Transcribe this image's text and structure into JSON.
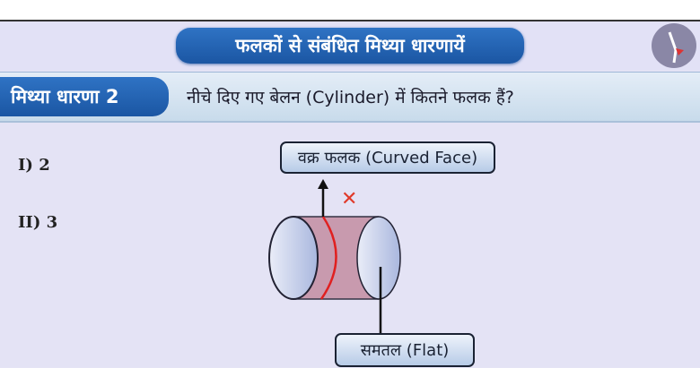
{
  "header": {
    "title": "फलकों से संबंधित मिथ्या धारणायें"
  },
  "question": {
    "tag": "मिथ्या धारणा 2",
    "text": "नीचे दिए गए बेलन (Cylinder) में कितने फलक हैं?"
  },
  "options": [
    {
      "label": "I)  2"
    },
    {
      "label": "II)  3"
    }
  ],
  "diagram": {
    "curved_label": "वक्र फलक (Curved Face)",
    "flat_label": "समतल (Flat)",
    "cross_mark": "✕"
  }
}
